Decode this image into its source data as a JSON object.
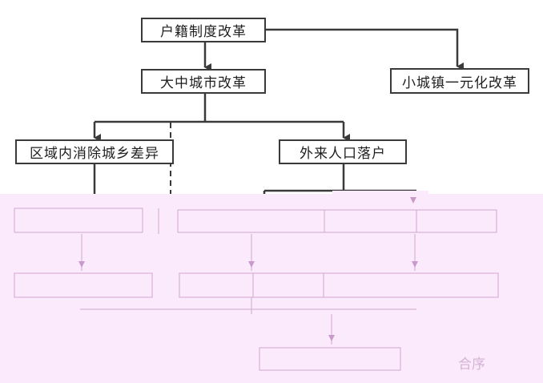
{
  "diagram": {
    "root": "户籍制度改革",
    "level2_left": "大中城市改革",
    "level2_right": "小城镇一元化改革",
    "level3_left": "区域内消除城乡差异",
    "level3_right": "外来人口落户"
  },
  "faint_text": "合序"
}
